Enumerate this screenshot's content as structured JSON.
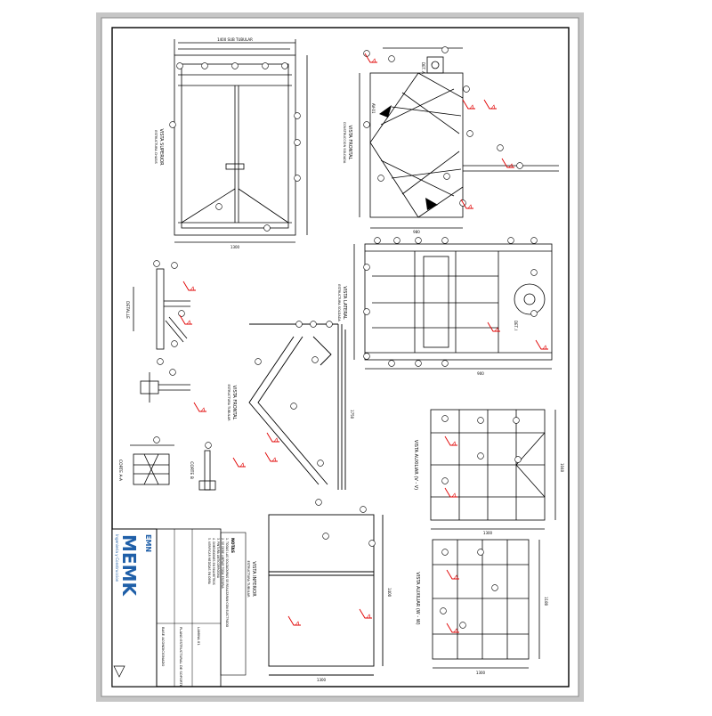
{
  "colors": {
    "frame_bg": "#c8c8c8",
    "sheet": "#ffffff",
    "ink": "#000000",
    "weld": "#e00000",
    "brand_blue": "#1f5fa8"
  },
  "views": {
    "top_view": {
      "label": "VISTA SUPERIOR",
      "sub": "ESTRUCTURA CHASIS",
      "dim_total": "1400 SUB TUBULAR",
      "dim_bottom": "1300"
    },
    "front_view": {
      "label": "VISTA FRONTAL",
      "sub": "CONSTRUCCION SOLDADA",
      "detail": "DET. A",
      "section": "AV-01",
      "dim_bottom": "980"
    },
    "side_view": {
      "label": "VISTA LATERAL",
      "sub": "ESTRUCTURA SOLDADA",
      "detail": "DET. I",
      "dim_bottom": "900"
    },
    "front_frame": {
      "label": "VISTA FRONTAL",
      "sub": "ESTRUCTURA TUBULAR",
      "dim": "1750"
    },
    "lower_view": {
      "label": "VISTA INFERIOR",
      "sub": "ESTRUCTURA TUBULAR",
      "dim_side": "1400",
      "dim_bottom": "1300"
    },
    "aux_view_1": {
      "label": "VISTA AUXILIAR (V - V)",
      "dim_side": "1040",
      "dim_bottom": "1300"
    },
    "aux_view_2": {
      "label": "VISTA AUXILIAR (W - W)",
      "dim_side": "1180",
      "dim_bottom": "1300"
    },
    "details": {
      "det_a": "DETALLE",
      "det_b": "CORTE A-A",
      "det_c": "CORTE B"
    }
  },
  "notes": {
    "title": "NOTAS",
    "lines": [
      "1. TODAS LAS SOLDADURAS SE REALIZARAN CON ELECTRODO",
      "2. SE DEBE LIMPIAR TODA ESCORIA",
      "3. PINTURA ANTICORROSIVA",
      "4. DIMENSIONES EN MILIMETROS",
      "5. VERIFICAR MEDIDAS EN OBRA"
    ]
  },
  "title_block": {
    "brand_short": "EMN",
    "brand": "MEMK",
    "tagline": "Ingenieria y Construccion",
    "project": "BASE ACONDICIONADO",
    "drawing": "PLANO ESTRUCTURAL DE SOPORTE",
    "sheet_code": "LAMINA 01"
  }
}
